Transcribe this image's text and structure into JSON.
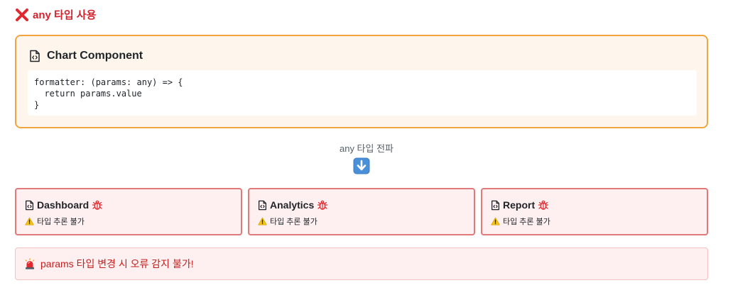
{
  "header": {
    "icon": "cross-mark-icon",
    "title": "any 타입 사용",
    "title_color": "#d1242f"
  },
  "chart_component": {
    "icon": "code-file-icon",
    "title": "Chart Component",
    "code": "formatter: (params: any) => {\n  return params.value\n}",
    "accent_color": "#f0a640",
    "background": "#fef6ec"
  },
  "propagation": {
    "label": "any 타입 전파",
    "icon": "down-arrow-icon"
  },
  "consumers": [
    {
      "name": "Dashboard",
      "file_icon": "code-file-icon",
      "bug_icon": "bug-icon",
      "warning_icon": "warning-icon",
      "note": "타입 추론 불가"
    },
    {
      "name": "Analytics",
      "file_icon": "code-file-icon",
      "bug_icon": "bug-icon",
      "warning_icon": "warning-icon",
      "note": "타입 추론 불가"
    },
    {
      "name": "Report",
      "file_icon": "code-file-icon",
      "bug_icon": "bug-icon",
      "warning_icon": "warning-icon",
      "note": "타입 추론 불가"
    }
  ],
  "alert": {
    "icon": "siren-icon",
    "text": "params 타입 변경 시 오류 감지 불가!",
    "color": "#c21f1f"
  }
}
